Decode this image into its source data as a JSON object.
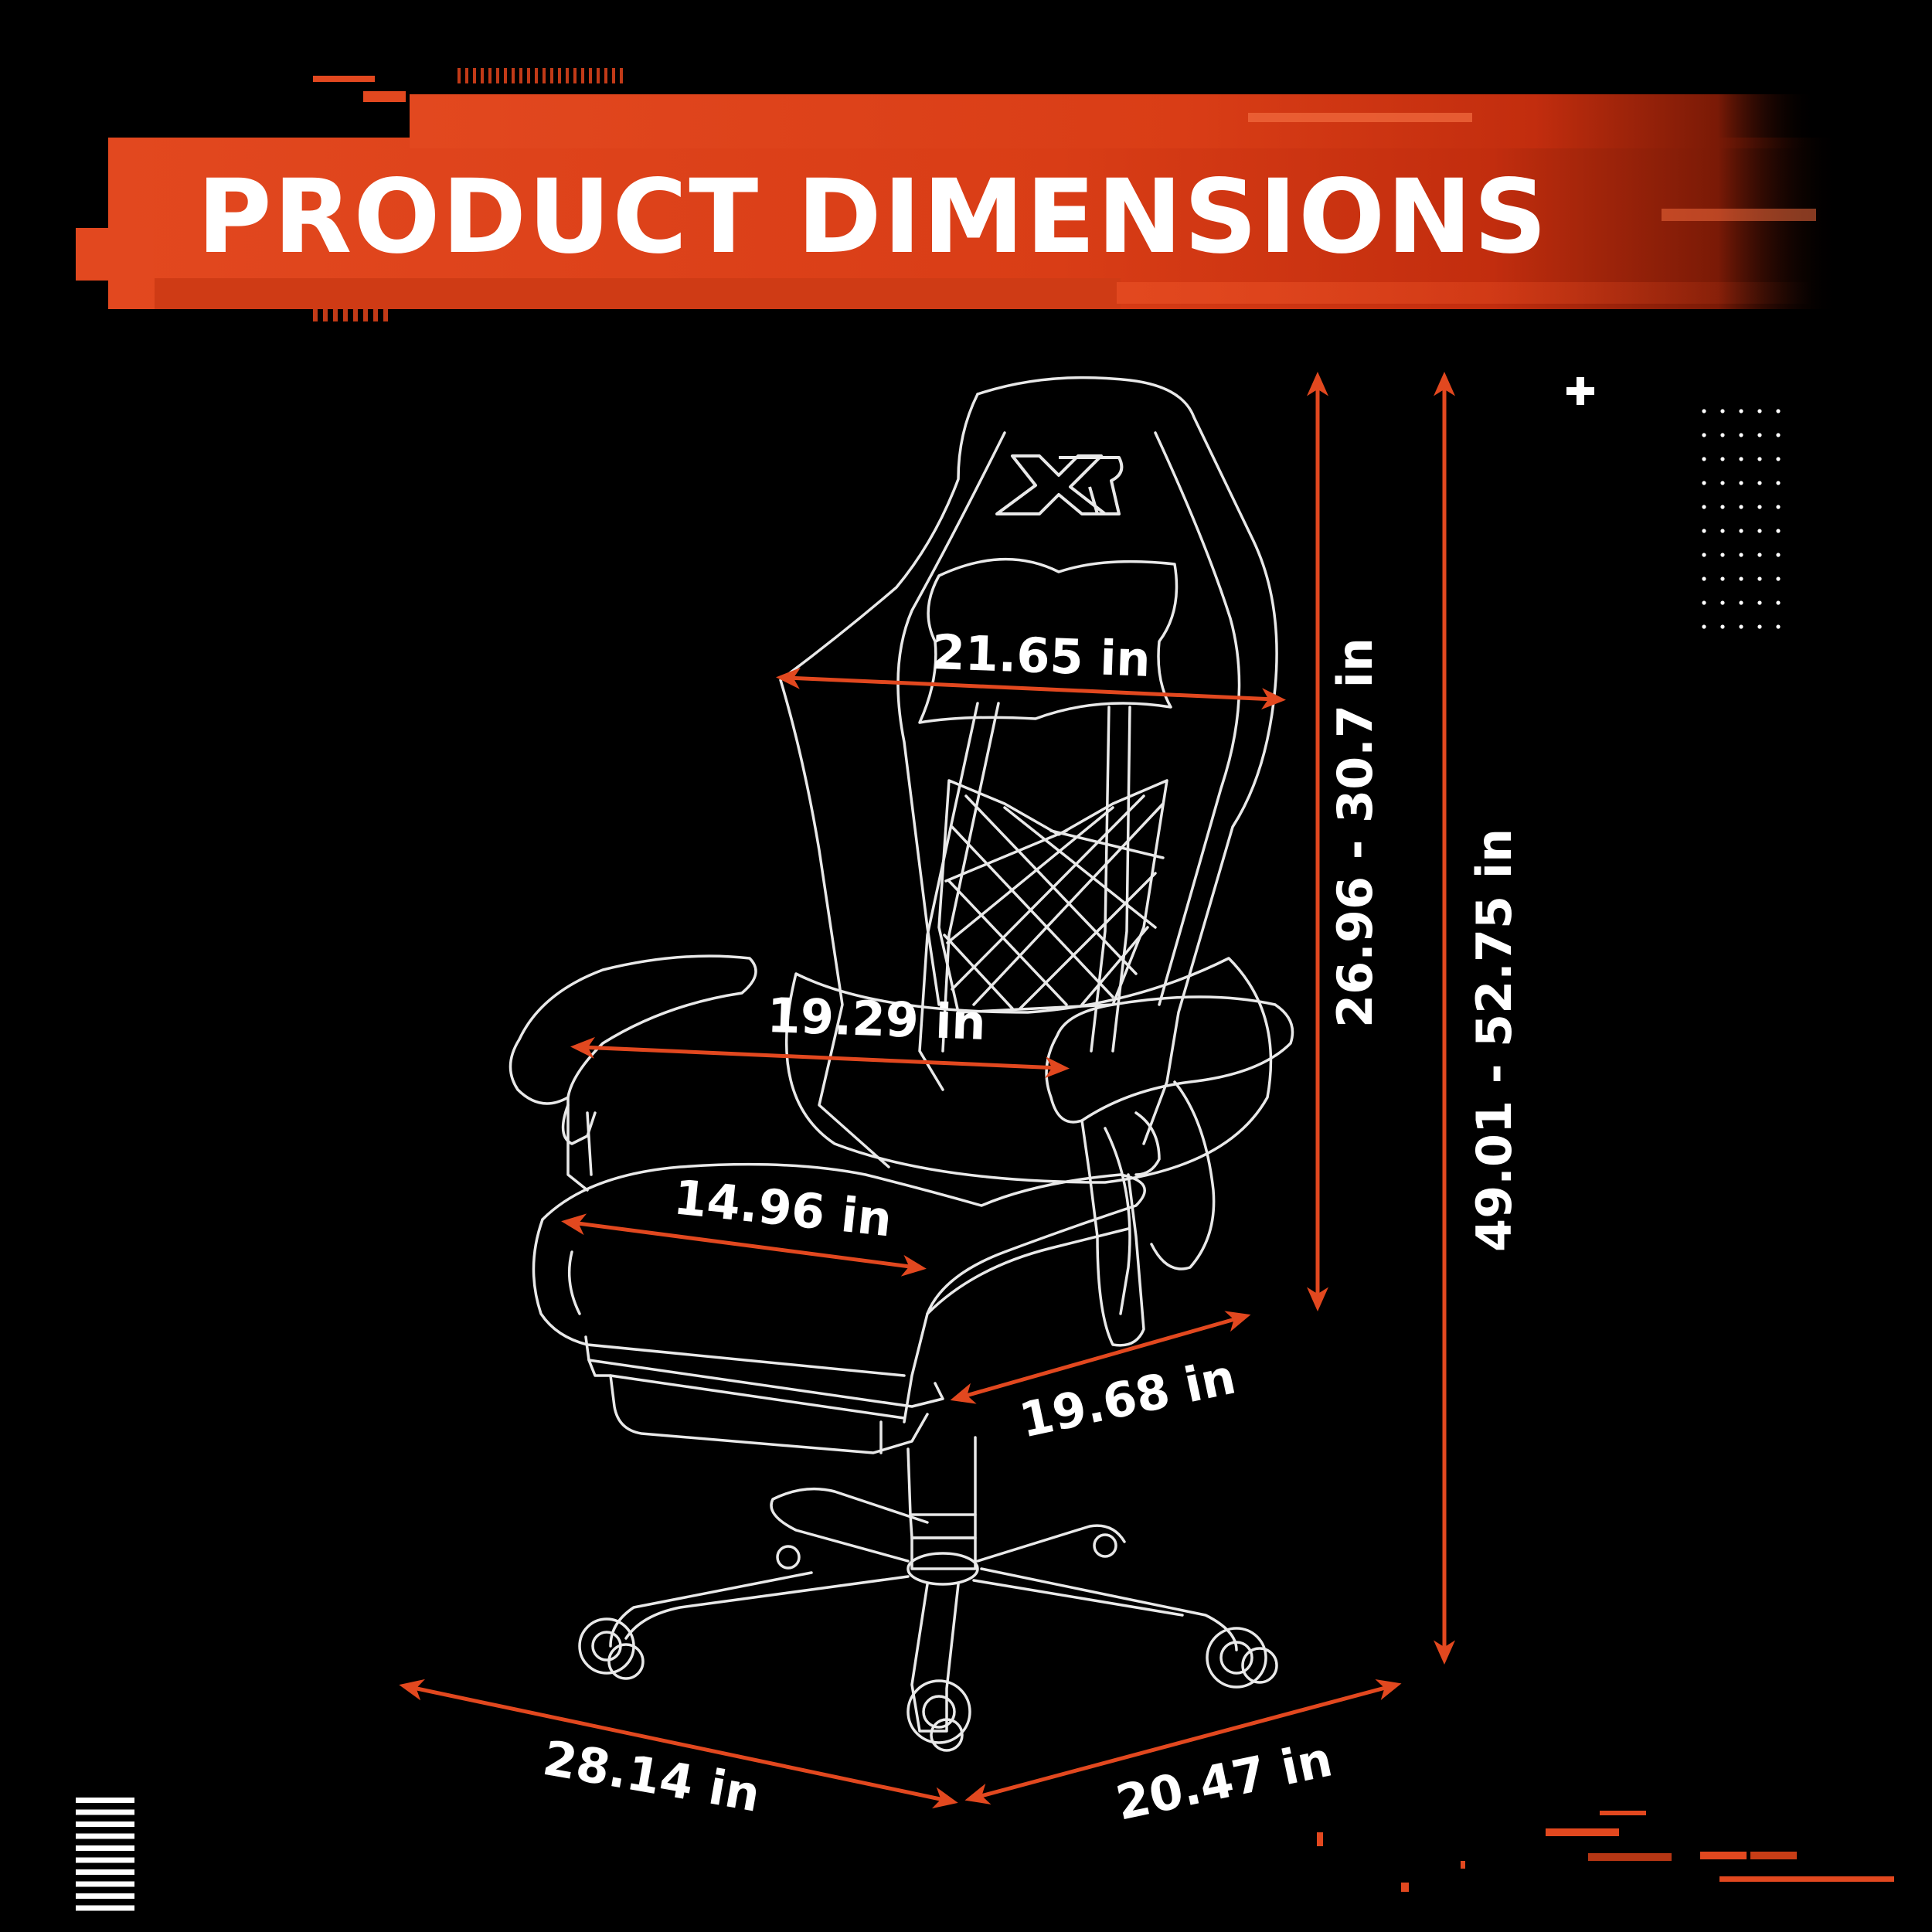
{
  "title": "PRODUCT DIMENSIONS",
  "colors": {
    "background": "#000000",
    "accent": "#e2481f",
    "accent_dark": "#c22d0e",
    "text": "#ffffff",
    "outline": "#e9e9e9"
  },
  "logo": "XR",
  "dimensions": {
    "headrest_width": "21.65 in",
    "backrest_width": "19.29 in",
    "seat_width": "14.96 in",
    "seat_depth": "19.68 in",
    "backrest_height": "26.96 - 30.7 in",
    "total_height": "49.01 - 52.75 in",
    "base_length": "28.14 in",
    "base_width": "20.47 in"
  },
  "icons": [
    "plus-icon",
    "dot-grid-icon",
    "stripes-icon"
  ]
}
